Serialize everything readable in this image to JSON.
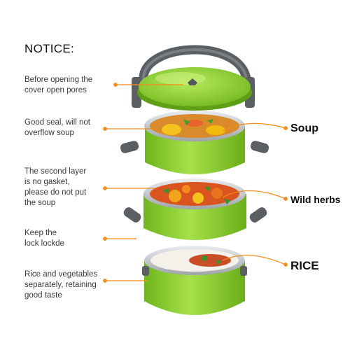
{
  "notice_title": "NOTICE:",
  "notes": [
    {
      "line1": "Before opening the",
      "line2": "cover open pores"
    },
    {
      "line1": "Good seal, will not",
      "line2": "overflow soup"
    },
    {
      "line1": "The second layer",
      "line2": "is no gasket,",
      "line3": "please do not put",
      "line4": "the soup"
    },
    {
      "line1": "Keep the",
      "line2": "lock lockde"
    },
    {
      "line1": "Rice and vegetables",
      "line2": "separately, retaining",
      "line3": "good taste"
    }
  ],
  "labels": {
    "soup": "Soup",
    "herbs": "Wild herbs",
    "rice": "RICE"
  },
  "colors": {
    "container_green": "#8ccf2a",
    "handle_gray": "#5b5f63",
    "callout_orange": "#f28c1c",
    "steel": "#c9cdd1"
  }
}
